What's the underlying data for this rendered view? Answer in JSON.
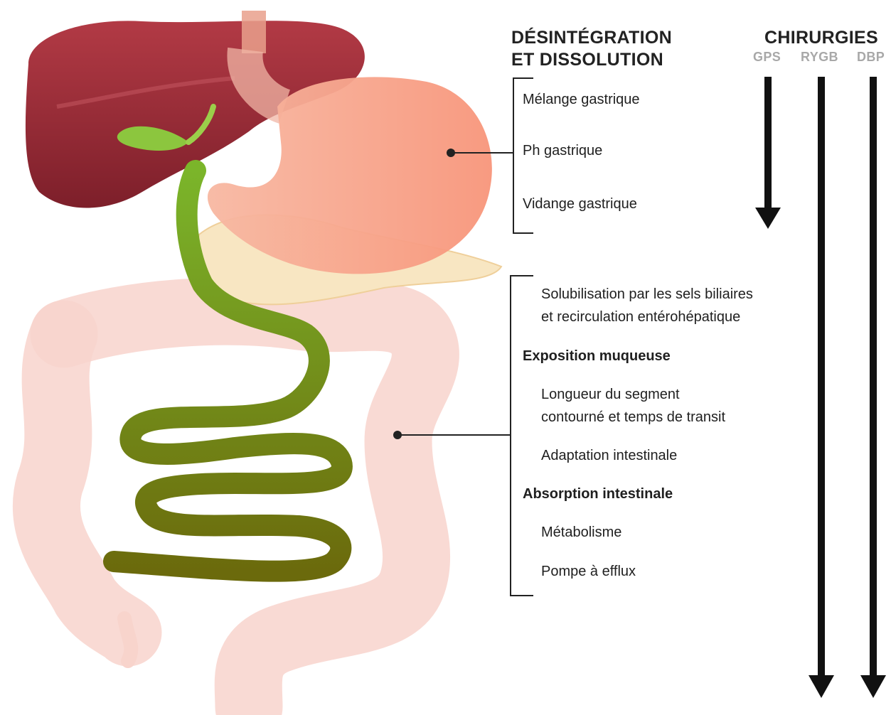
{
  "headings": {
    "left_line1": "DÉSINTÉGRATION",
    "left_line2": "ET DISSOLUTION",
    "right": "CHIRURGIES"
  },
  "surgeries": [
    "GPS",
    "RYGB",
    "DBP"
  ],
  "gastric_group": [
    "Mélange gastrique",
    "Ph gastrique",
    "Vidange gastrique"
  ],
  "intestinal_group": {
    "solubilisation_line1": "Solubilisation par les sels biliaires",
    "solubilisation_line2": "et recirculation entérohépatique",
    "exposition": "Exposition muqueuse",
    "longueur_line1": "Longueur du segment",
    "longueur_line2": "contourné et temps de transit",
    "adaptation": "Adaptation intestinale",
    "absorption": "Absorption intestinale",
    "metabolisme": "Métabolisme",
    "pompe": "Pompe à efflux"
  }
}
